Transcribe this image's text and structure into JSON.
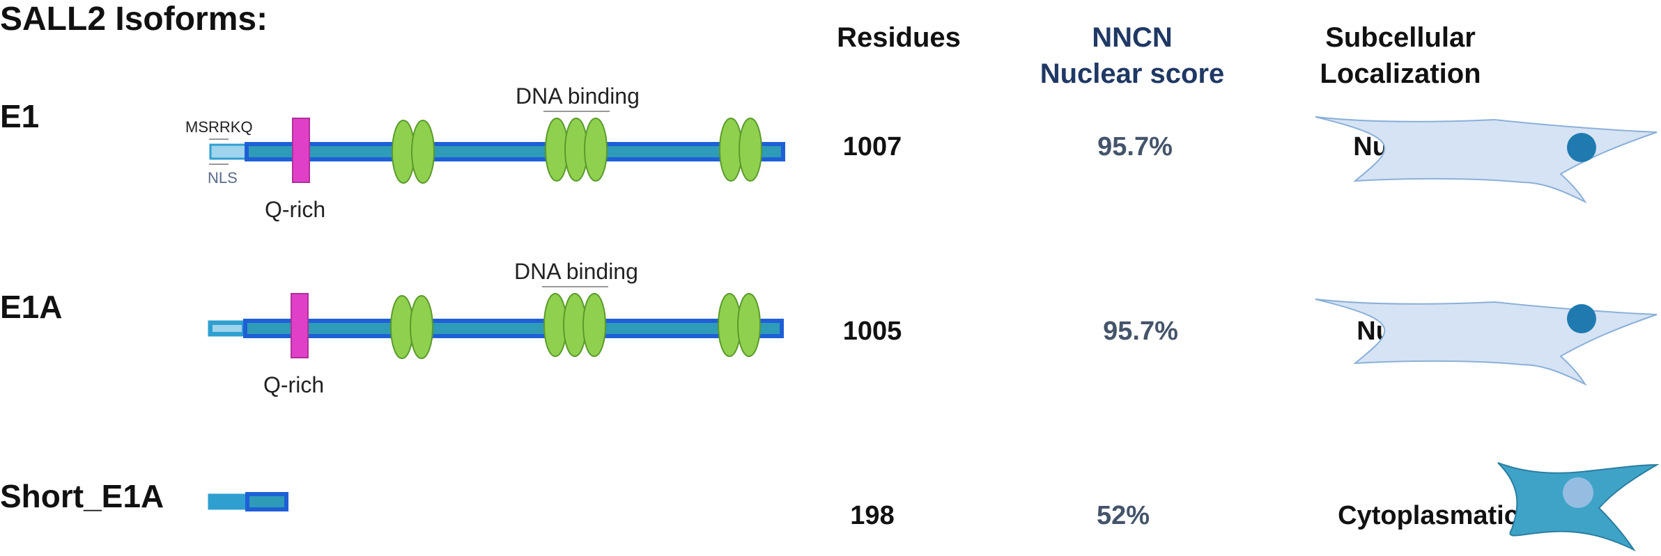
{
  "title": "SALL2 Isoforms:",
  "headers": {
    "residues": "Residues",
    "score_line1": "NNCN",
    "score_line2": "Nuclear score",
    "loc_line1": "Subcellular",
    "loc_line2": "Localization"
  },
  "isoforms": [
    {
      "name": "E1",
      "residues": "1007",
      "score": "95.7%",
      "localization": "Nuclear"
    },
    {
      "name": "E1A",
      "residues": "1005",
      "score": "95.7%",
      "localization": "Nuclear"
    },
    {
      "name": "Short_E1A",
      "residues": "198",
      "score": "52%",
      "localization": "Cytoplasmatic"
    }
  ],
  "annotations": {
    "motif": "MSRRKQ",
    "nls": "NLS",
    "q_rich": "Q-rich",
    "dna_binding": "DNA binding"
  },
  "colors": {
    "protein_bar": "#1f5fd6",
    "bar_inner": "#2e9bb8",
    "n_terminus": "#2f9fd0",
    "q_rich": "#e040c8",
    "zinc_finger": "#8fd14f",
    "cell_nuclear": "#d5e3f4",
    "cell_cytoplasmic": "#3fa3c8",
    "nucleus": "#1f7ab0"
  }
}
